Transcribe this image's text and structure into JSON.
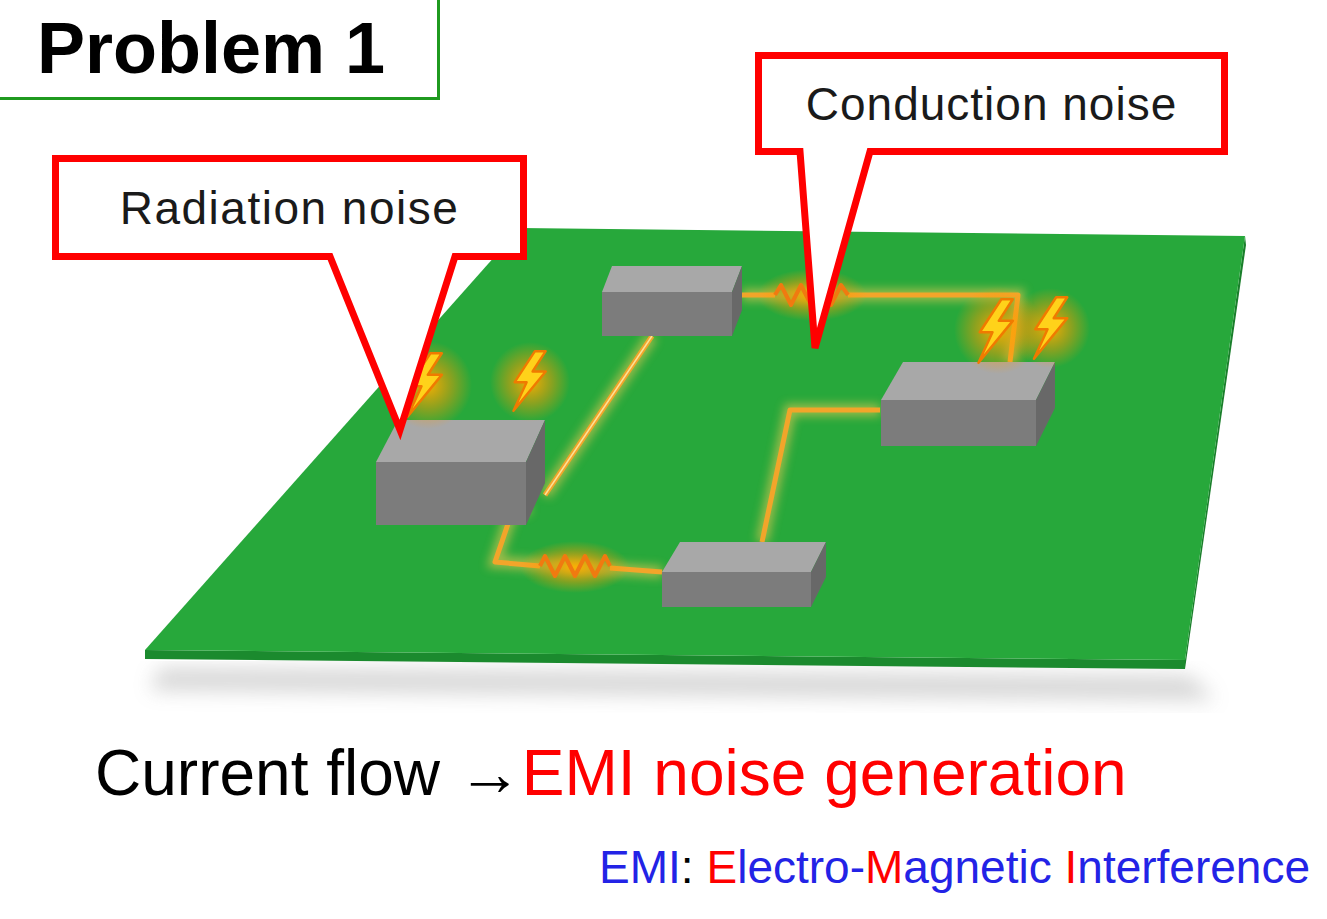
{
  "diagram": {
    "title": "Problem 1",
    "nodes": [
      {
        "text": [
          "Radiation noise"
        ]
      },
      {
        "text": [
          "Conduction noise"
        ]
      }
    ],
    "labels": [
      "Current flow →",
      "EMI noise generation",
      "EMI",
      ":",
      "E",
      "lectro-",
      "M",
      "agnetic",
      "I",
      "nterference"
    ]
  }
}
